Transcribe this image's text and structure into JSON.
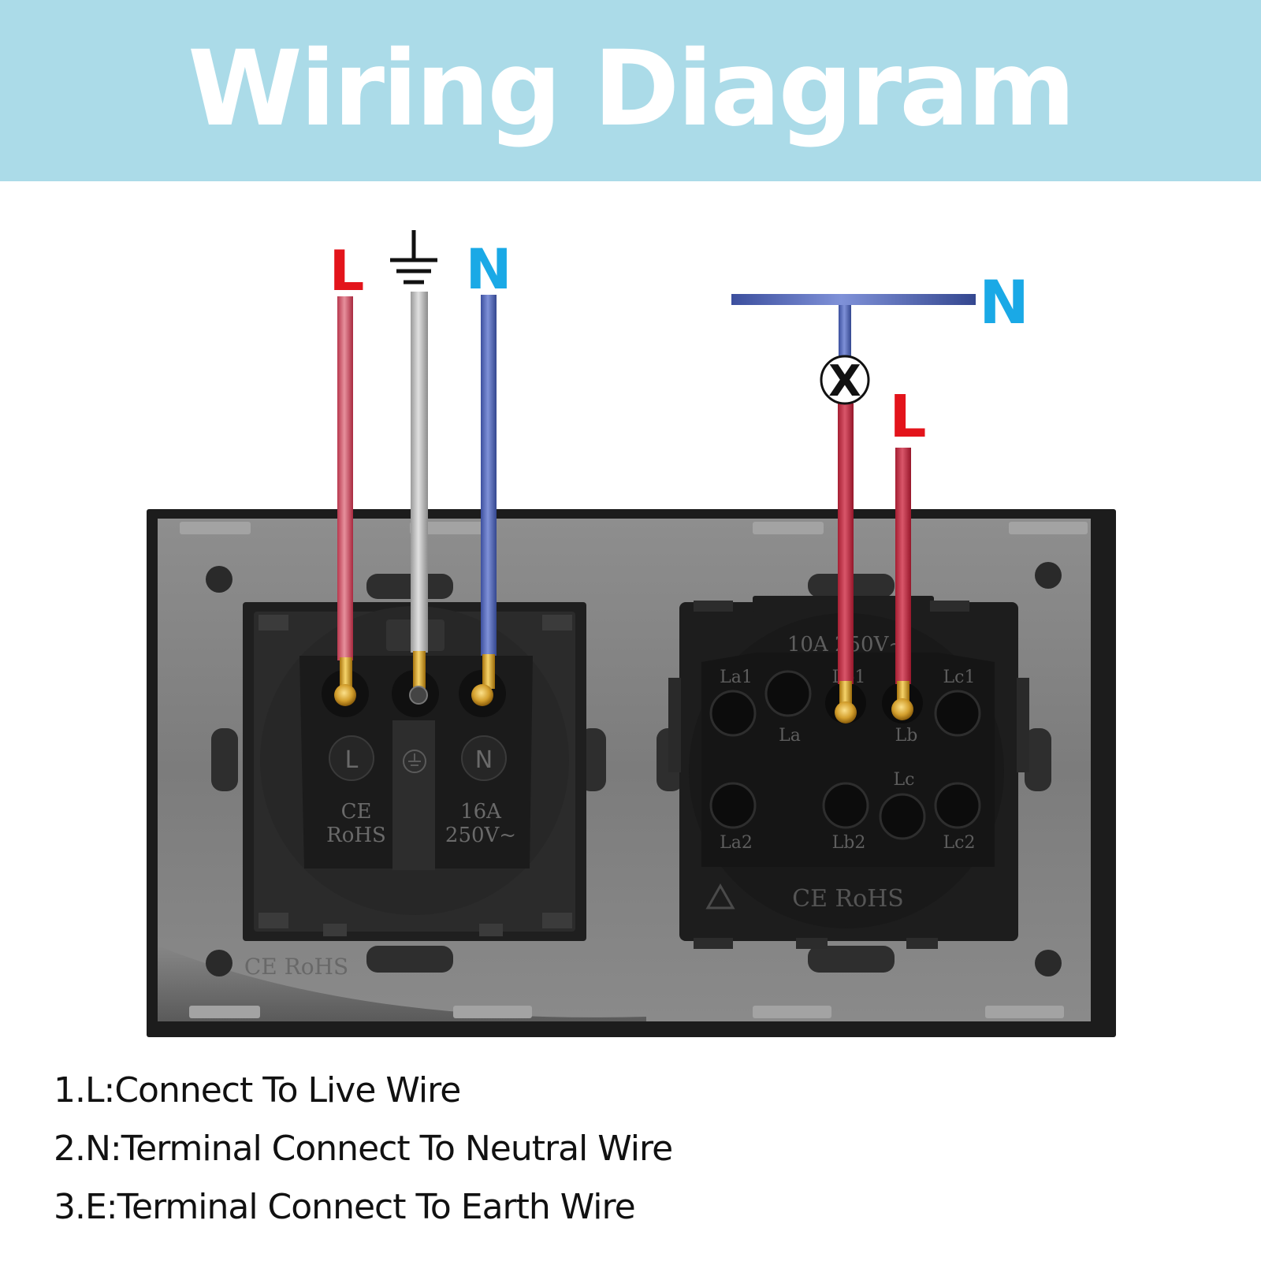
{
  "header": {
    "title": "Wiring Diagram"
  },
  "socket": {
    "wire_labels": {
      "live": "L",
      "neutral": "N"
    },
    "terminal_marks": {
      "live": "L",
      "neutral": "N"
    },
    "print": [
      "CE",
      "RoHS",
      "16A",
      "250V~"
    ],
    "icons": [
      "earth-ground-icon"
    ]
  },
  "switch": {
    "wire_labels": {
      "neutral": "N",
      "live": "L",
      "lamp": "X"
    },
    "rating": "10A 250V~",
    "terminals": [
      "La1",
      "La",
      "Lb1",
      "Lb",
      "Lc1",
      "La2",
      "Lc",
      "Lb2",
      "Lc2"
    ],
    "print": "CE RoHS"
  },
  "frame": {
    "print": "CE RoHS"
  },
  "colors": {
    "banner": "#abdbe8",
    "live_label": "#e3141b",
    "neutral_label": "#1aa9e6",
    "live_wire": "#c0455a",
    "earth_wire": "#b4b4b4",
    "neutral_wire": "#4d62b0"
  },
  "notes": [
    "1.L:Connect To Live Wire",
    "2.N:Terminal Connect To Neutral Wire",
    "3.E:Terminal Connect To Earth Wire"
  ]
}
